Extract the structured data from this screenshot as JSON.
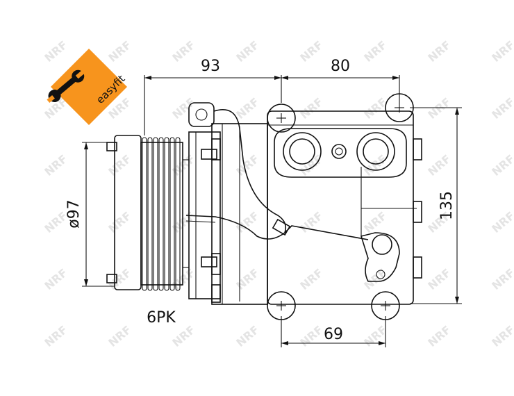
{
  "diagram": {
    "dimensions": {
      "width_left": "93",
      "width_right": "80",
      "pulley_diameter": "ø97",
      "height": "135",
      "mount_spacing": "69"
    },
    "pulley_label": "6PK",
    "badge": {
      "text": "easyfit",
      "icon": "wrench-icon",
      "color": "#f7941d"
    },
    "watermark": "NRF"
  }
}
